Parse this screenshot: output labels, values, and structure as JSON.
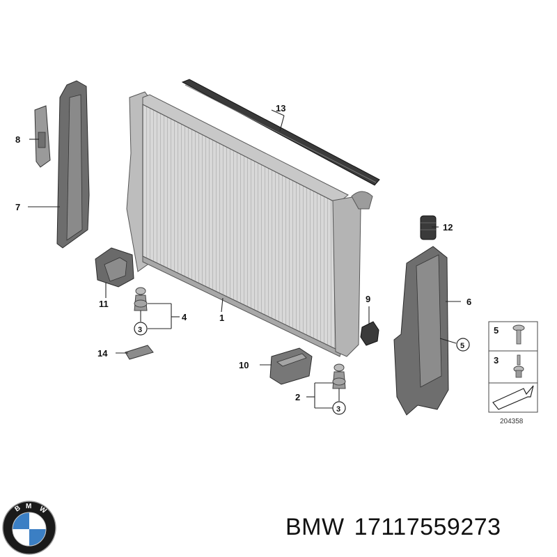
{
  "callouts": {
    "c1": "1",
    "c2": "2",
    "c3a": "3",
    "c3b": "3",
    "c4": "4",
    "c5": "5",
    "c6": "6",
    "c7": "7",
    "c8": "8",
    "c9": "9",
    "c10": "10",
    "c11": "11",
    "c12": "12",
    "c13": "13",
    "c14": "14"
  },
  "legend": {
    "row1_label": "5",
    "row2_label": "3",
    "ref_number": "204358"
  },
  "footer": {
    "brand": "BMW",
    "part_number": "17117559273"
  },
  "logo": {
    "text": "BMW",
    "colors": {
      "ring": "#1a1a1a",
      "blue": "#3b7fc4",
      "white": "#ffffff"
    }
  }
}
